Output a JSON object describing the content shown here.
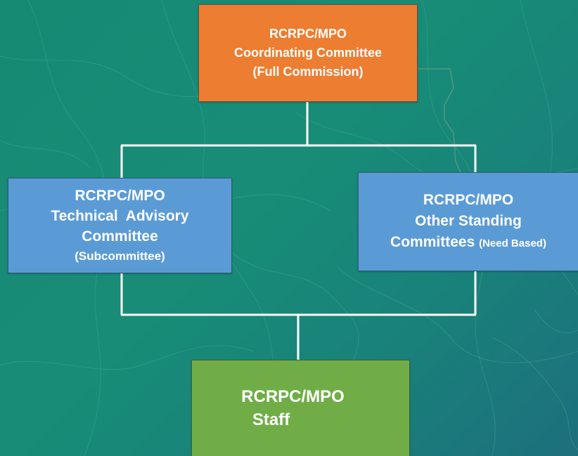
{
  "colors": {
    "background": "#178a74",
    "coordinating": "#ed7d31",
    "committees": "#5b9bd5",
    "staff": "#70ad47",
    "connector": "#ffffff"
  },
  "boxes": {
    "coordinating": {
      "title": "RCRPC/MPO",
      "line1": "Coordinating Committee",
      "line2": "(Full Commission)"
    },
    "technical": {
      "title": "RCRPC/MPO",
      "line1": "Technical  Advisory",
      "line2": "Committee",
      "line3": "(Subcommittee)"
    },
    "other": {
      "title": "RCRPC/MPO",
      "line1": "Other Standing",
      "line2": "Committees",
      "line2_note": "(Need Based)"
    },
    "staff": {
      "title": "RCRPC/MPO",
      "line1": "Staff"
    }
  }
}
